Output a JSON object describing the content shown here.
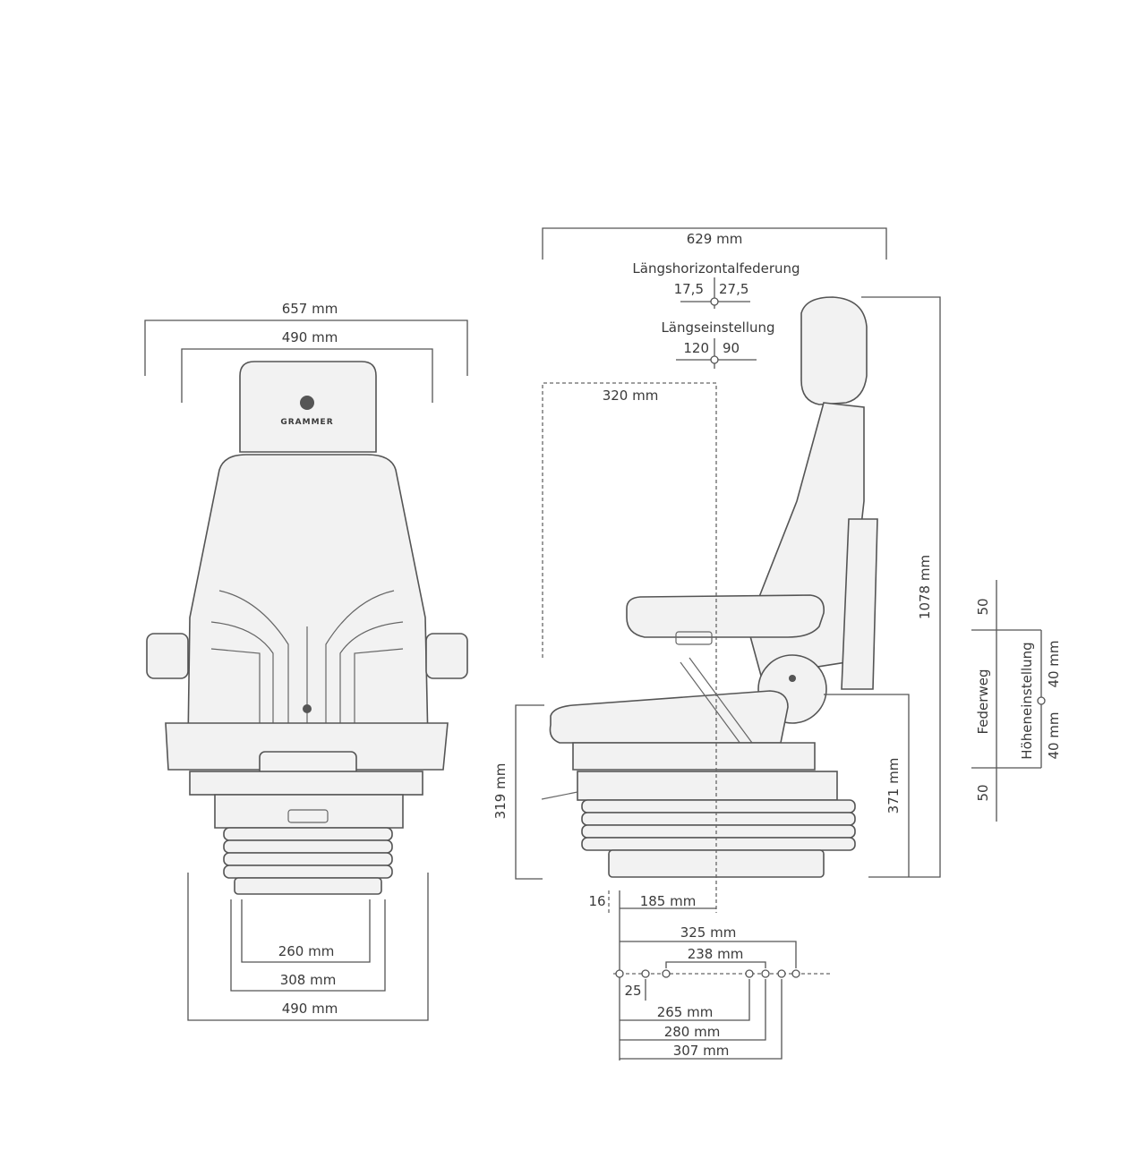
{
  "brand": "GRAMMER",
  "front_view": {
    "overall_width": "657 mm",
    "headrest_width": "490 mm",
    "base_inner_width": "260 mm",
    "base_mid_width": "308 mm",
    "base_outer_width": "490 mm"
  },
  "side_view": {
    "overall_depth": "629 mm",
    "longitudinal_suspension": {
      "title": "Längshorizontalfederung",
      "left": "17,5",
      "right": "27,5"
    },
    "longitudinal_adjustment": {
      "title": "Längseinstellung",
      "left": "120",
      "right": "90"
    },
    "seat_reference": "320 mm",
    "total_height": "1078 mm",
    "seat_height_min": "319 mm",
    "seat_height_ref": "371 mm",
    "offset_small": "16",
    "offset_185": "185 mm",
    "suspension": {
      "upper": "50",
      "lower": "50",
      "travel_label": "Federweg",
      "height_label": "Höheneinstellung",
      "height_up": "40 mm",
      "height_down": "40 mm"
    },
    "holes": {
      "d325": "325 mm",
      "d238": "238 mm",
      "d25": "25",
      "d265": "265 mm",
      "d280": "280 mm",
      "d307": "307 mm"
    }
  }
}
